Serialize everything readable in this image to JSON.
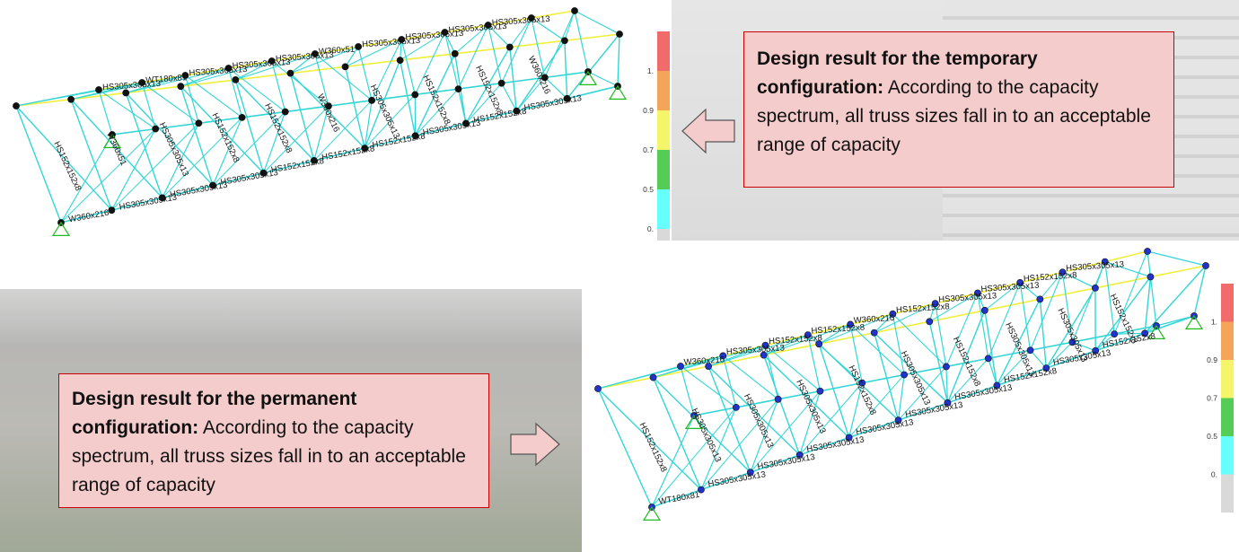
{
  "callouts": {
    "temporary": {
      "heading": "Design result for the temporary configuration:",
      "body": " According to the capacity spectrum, all truss sizes fall in to an acceptable range of capacity"
    },
    "permanent": {
      "heading": "Design result for the permanent configuration:",
      "body": " According to the capacity spectrum, all truss sizes fall in to an acceptable range of capacity"
    }
  },
  "capacity_scale": {
    "ticks": [
      "1.",
      "0.9",
      "0.7",
      "0.5",
      "0."
    ],
    "colors": [
      "#f26b6b",
      "#f5a55a",
      "#f5f56a",
      "#55cc55",
      "#66ffff",
      "#d9d9d9"
    ]
  },
  "member_labels": {
    "top": [
      "HS152x152x8",
      "HS305x305x13",
      "W360x216",
      "W360x51",
      "WT180x81",
      "HS305x305x13",
      "HS305x305x13",
      "HS305x305x13",
      "HS305x305x13",
      "HS152x152x8",
      "HS305x305x13",
      "HS305x305x13",
      "HS152x152x8",
      "HS305x305x13",
      "HS152x152x8",
      "W360x216",
      "W360x51",
      "HS152x152x8",
      "HS305x305x13",
      "HS305x305x13",
      "HS152x152x8",
      "HS152x152x8",
      "HS305x305x13",
      "HS305x305x13",
      "HS152x152x8",
      "HS305x305x13",
      "HS152x152x8",
      "W360x216",
      "HS305x305x13",
      "HS305x305x13"
    ],
    "bottom": [
      "HS152x152x8",
      "W360x216",
      "WT180x81",
      "HS305x305x13",
      "HS305x305x13",
      "HS305x305x13",
      "HS305x305x13",
      "HS152x152x8",
      "HS305x305x13",
      "HS305x305x13",
      "HS152x152x8",
      "HS305x305x13",
      "HS152x152x8",
      "W360x216",
      "HS305x305x13",
      "HS305x305x13",
      "HS152x152x8",
      "HS305x305x13",
      "HS152x152x8",
      "HS305x305x13",
      "HS305x305x13",
      "HS305x305x13",
      "HS305x305x13",
      "HS152x152x8",
      "HS305x305x13",
      "HS152x152x8",
      "HS305x305x13",
      "HS152x152x8",
      "HS305x305x13",
      "HS152x152x8"
    ]
  }
}
